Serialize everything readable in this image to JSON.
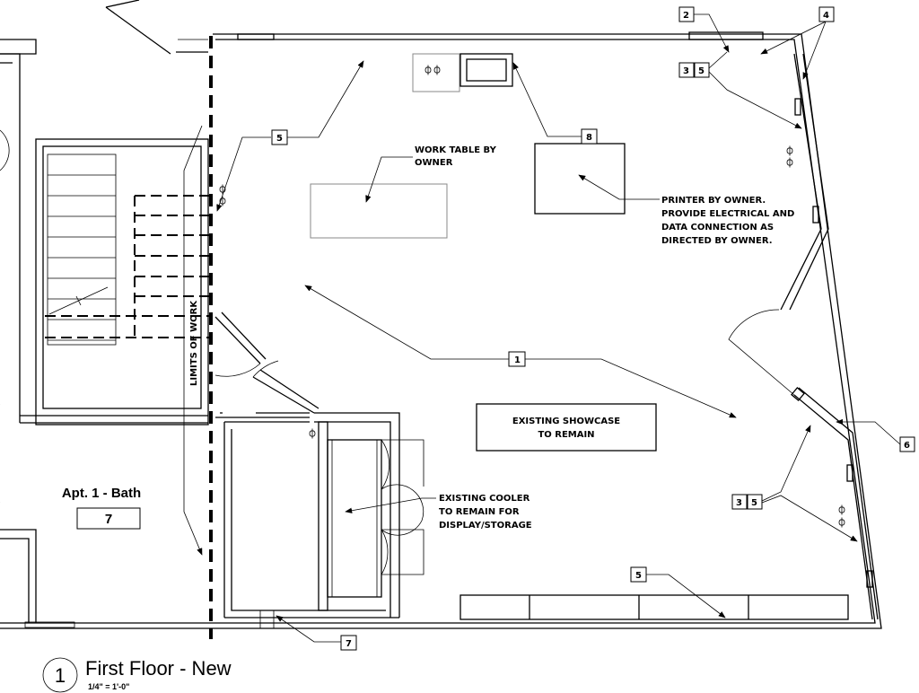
{
  "drawing": {
    "title": "First Floor - New",
    "scale": "1/4\" = 1'-0\"",
    "view_number": "1"
  },
  "room": {
    "name": "Apt. 1 - Bath",
    "number": "7"
  },
  "labels": {
    "limits_of_work": "LIMITS OF WORK",
    "work_table": [
      "WORK TABLE BY",
      "OWNER"
    ],
    "printer": [
      "PRINTER BY OWNER.",
      "PROVIDE ELECTRICAL AND",
      "DATA CONNECTION AS",
      "DIRECTED BY OWNER."
    ],
    "showcase": [
      "EXISTING SHOWCASE",
      "TO REMAIN"
    ],
    "cooler": [
      "EXISTING COOLER",
      "TO REMAIN FOR",
      "DISPLAY/STORAGE"
    ]
  },
  "keynotes": {
    "k2": "2",
    "k4": "4",
    "k35_top_a": "3",
    "k35_top_b": "5",
    "k5_left": "5",
    "k8": "8",
    "k1": "1",
    "k6": "6",
    "k35_bot_a": "3",
    "k35_bot_b": "5",
    "k5_bottom": "5",
    "k7": "7"
  }
}
